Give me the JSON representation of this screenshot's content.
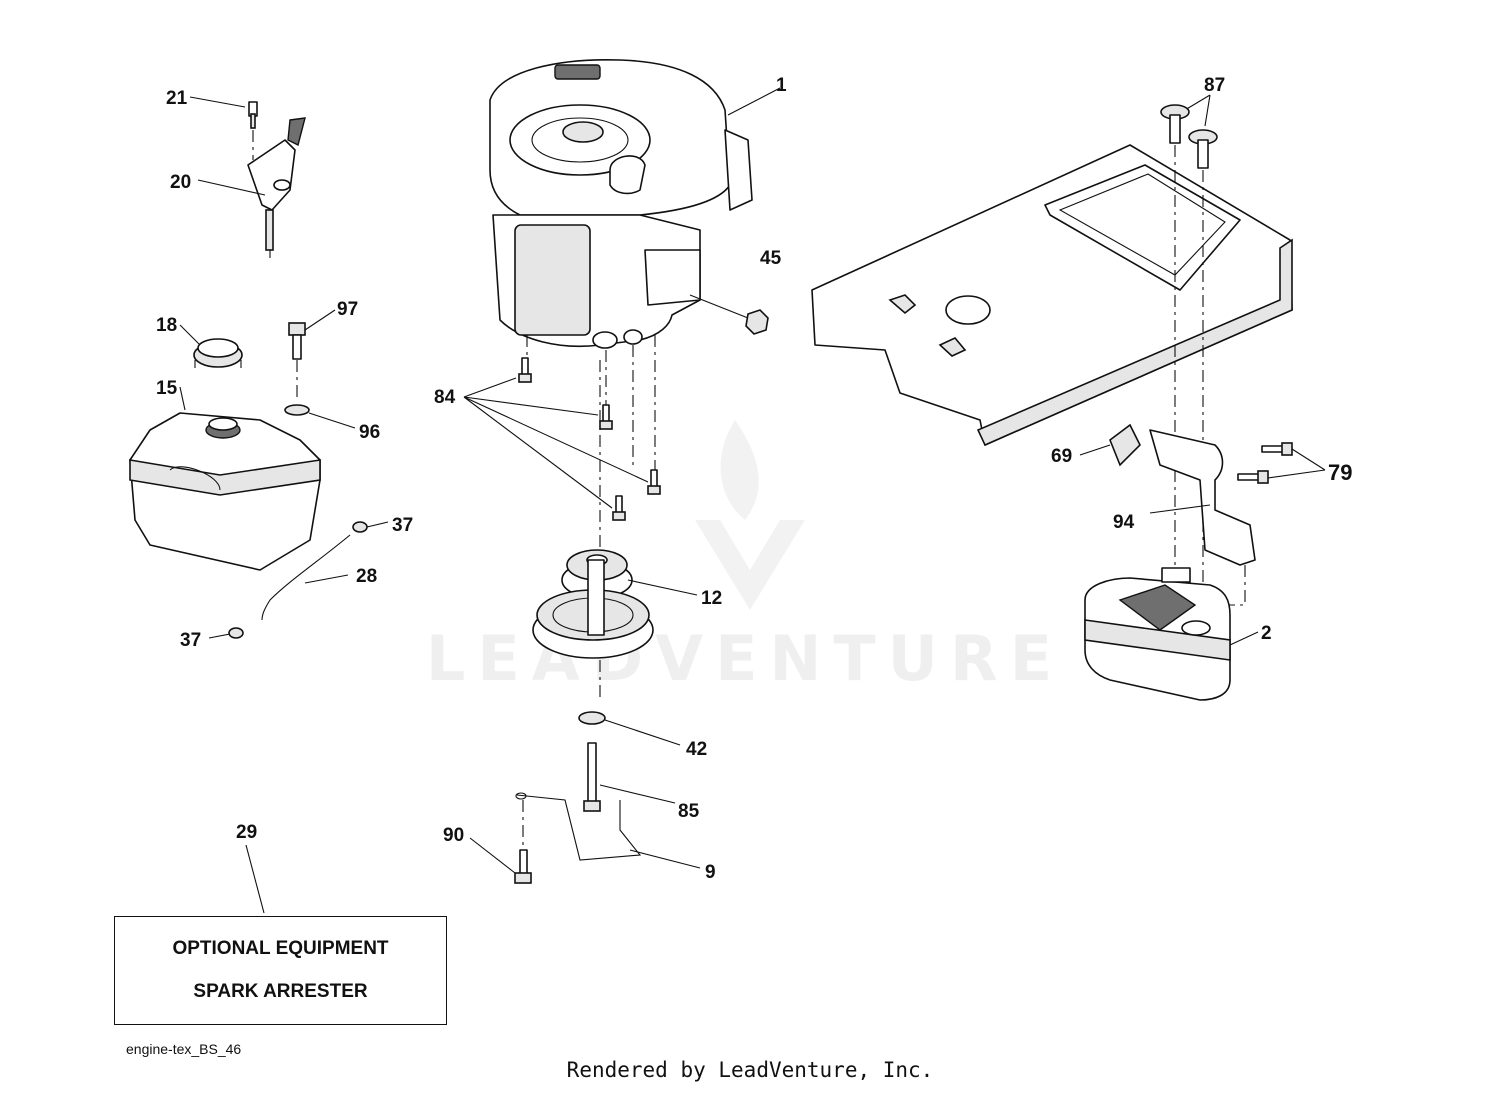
{
  "callouts": {
    "c1": "1",
    "c2": "2",
    "c9": "9",
    "c12": "12",
    "c15": "15",
    "c18": "18",
    "c20": "20",
    "c21": "21",
    "c28": "28",
    "c29": "29",
    "c37a": "37",
    "c37b": "37",
    "c42": "42",
    "c45": "45",
    "c69": "69",
    "c79": "79",
    "c84": "84",
    "c85": "85",
    "c87": "87",
    "c90": "90",
    "c94": "94",
    "c96": "96",
    "c97": "97"
  },
  "note": {
    "line1": "OPTIONAL EQUIPMENT",
    "line2": "SPARK ARRESTER"
  },
  "file_ref": "engine-tex_BS_46",
  "watermark": "LEADVENTURE",
  "credit": "Rendered by LeadVenture, Inc."
}
